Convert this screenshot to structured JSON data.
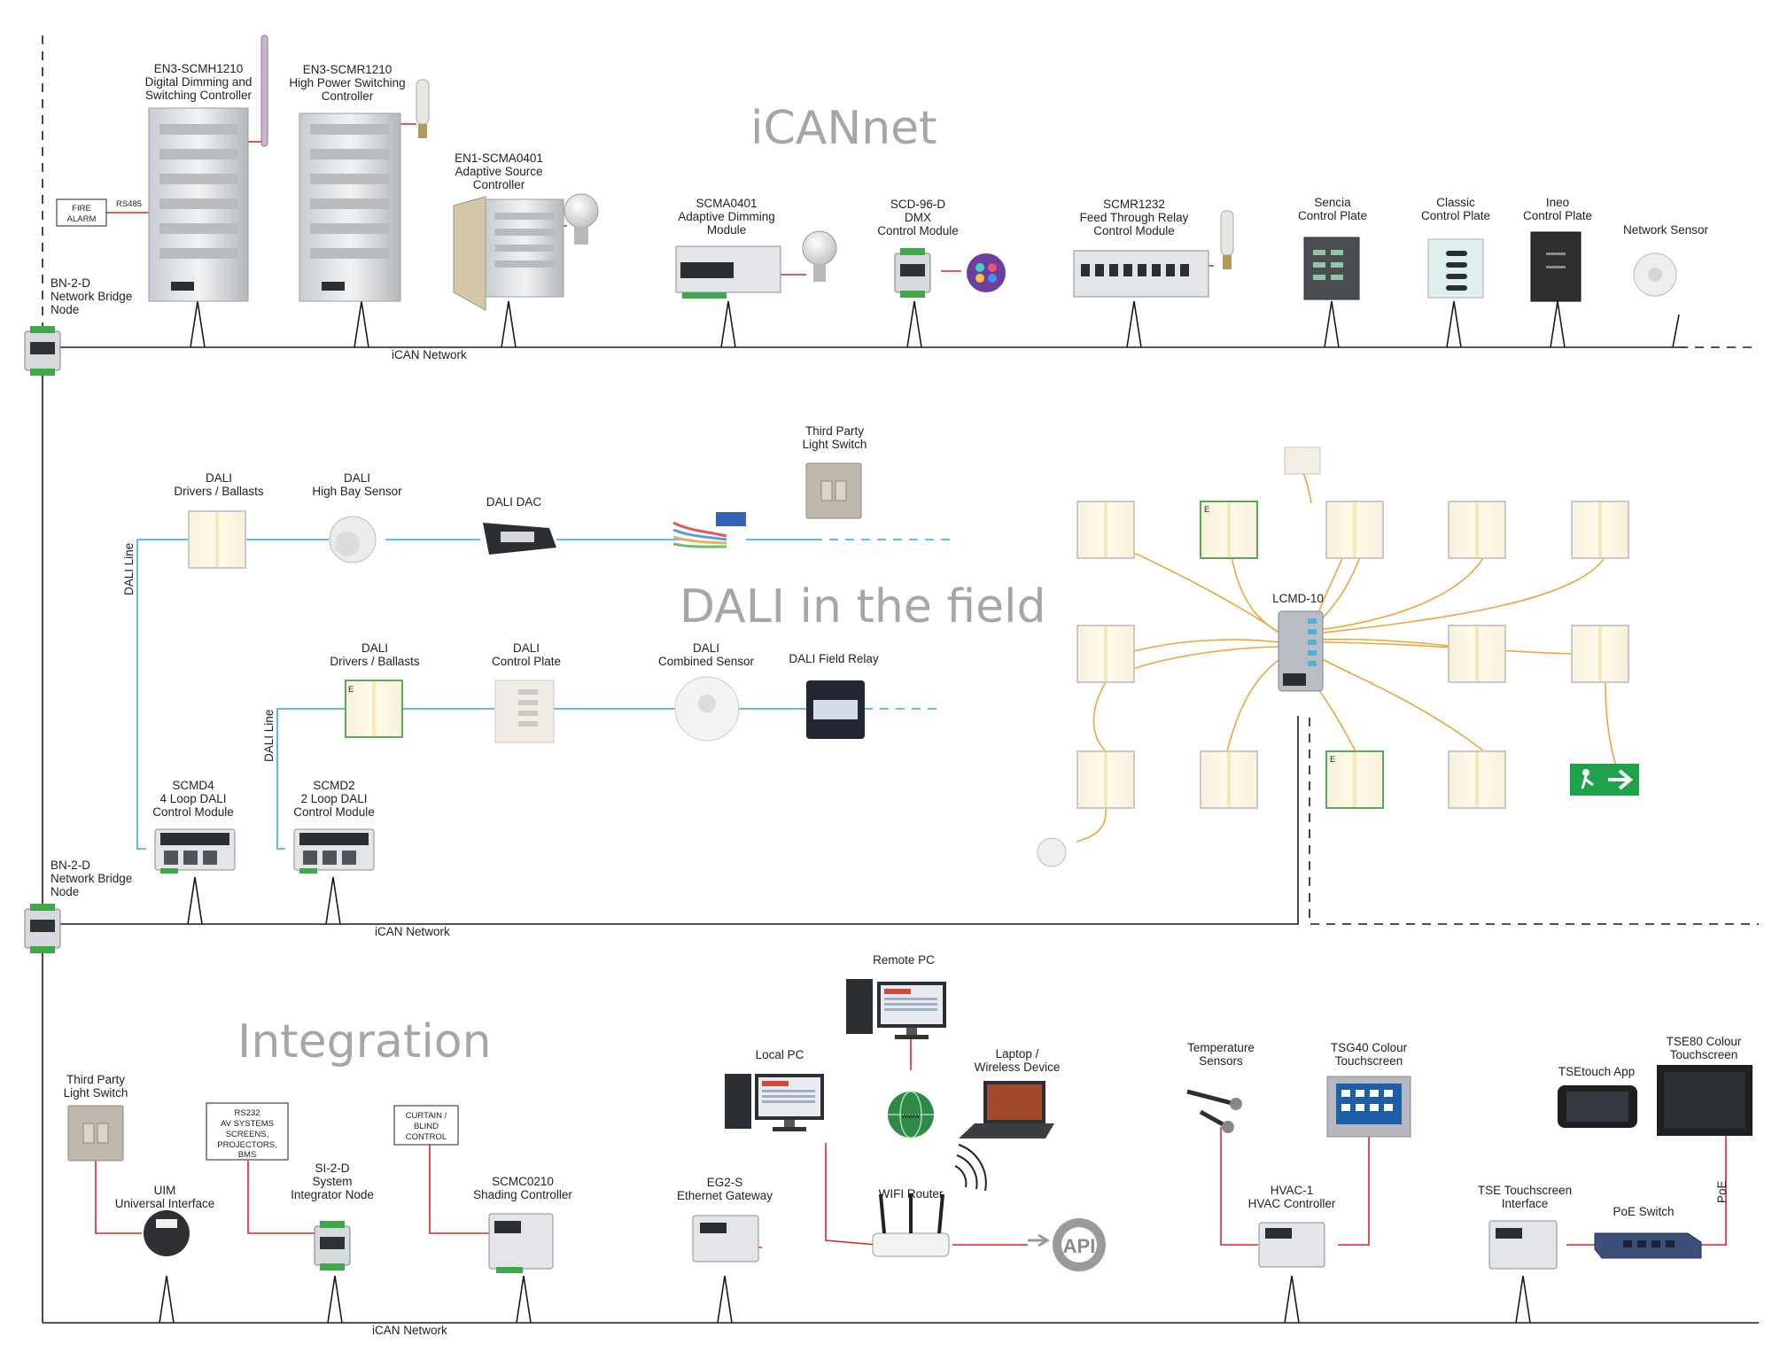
{
  "sections": {
    "icannet": "iCANnet",
    "dali": "DALI in the field",
    "integration": "Integration"
  },
  "network_labels": {
    "top": "iCAN Network",
    "middle": "iCAN Network",
    "bottom": "iCAN Network",
    "dali_line": "DALI Line",
    "poe": "PoE"
  },
  "bridges": {
    "top": [
      "BN-2-D",
      "Network Bridge",
      "Node"
    ],
    "middle": [
      "BN-2-D",
      "Network Bridge",
      "Node"
    ]
  },
  "boxes": {
    "fire_alarm": [
      "FIRE",
      "ALARM"
    ],
    "rs485": "RS485",
    "rs232": [
      "RS232",
      "AV SYSTEMS",
      "SCREENS,",
      "PROJECTORS,",
      "BMS"
    ],
    "curtain": [
      "CURTAIN /",
      "BLIND",
      "CONTROL"
    ],
    "api": "API",
    "www": "www"
  },
  "icannet_devices": [
    {
      "lines": [
        "EN3-SCMH1210",
        "Digital Dimming and",
        "Switching Controller"
      ]
    },
    {
      "lines": [
        "EN3-SCMR1210",
        "High Power Switching",
        "Controller"
      ]
    },
    {
      "lines": [
        "EN1-SCMA0401",
        "Adaptive Source",
        "Controller"
      ]
    },
    {
      "lines": [
        "SCMA0401",
        "Adaptive Dimming",
        "Module"
      ]
    },
    {
      "lines": [
        "SCD-96-D",
        "DMX",
        "Control Module"
      ]
    },
    {
      "lines": [
        "SCMR1232",
        "Feed Through Relay",
        "Control Module"
      ]
    },
    {
      "lines": [
        "Sencia",
        "Control Plate"
      ]
    },
    {
      "lines": [
        "Classic",
        "Control Plate"
      ]
    },
    {
      "lines": [
        "Ineo",
        "Control Plate"
      ]
    },
    {
      "lines": [
        "Network Sensor"
      ]
    }
  ],
  "dali_devices": [
    {
      "lines": [
        "DALI",
        "Drivers / Ballasts"
      ]
    },
    {
      "lines": [
        "DALI",
        "High Bay Sensor"
      ]
    },
    {
      "lines": [
        "DALI DAC"
      ]
    },
    {
      "lines": [
        "Third Party",
        "Light Switch"
      ]
    },
    {
      "lines": [
        "DALI",
        "Drivers / Ballasts"
      ]
    },
    {
      "lines": [
        "DALI",
        "Control Plate"
      ]
    },
    {
      "lines": [
        "DALI",
        "Combined Sensor"
      ]
    },
    {
      "lines": [
        "DALI Field Relay"
      ]
    },
    {
      "lines": [
        "SCMD4",
        "4 Loop DALI",
        "Control Module"
      ]
    },
    {
      "lines": [
        "SCMD2",
        "2 Loop DALI",
        "Control Module"
      ]
    },
    {
      "lines": [
        "LCMD-10"
      ]
    }
  ],
  "integration_devices": [
    {
      "lines": [
        "Third Party",
        "Light Switch"
      ]
    },
    {
      "lines": [
        "UIM",
        "Universal Interface"
      ]
    },
    {
      "lines": [
        "SI-2-D",
        "System",
        "Integrator Node"
      ]
    },
    {
      "lines": [
        "SCMC0210",
        "Shading Controller"
      ]
    },
    {
      "lines": [
        "EG2-S",
        "Ethernet Gateway"
      ]
    },
    {
      "lines": [
        "Remote PC"
      ]
    },
    {
      "lines": [
        "Local PC"
      ]
    },
    {
      "lines": [
        "Laptop /",
        "Wireless Device"
      ]
    },
    {
      "lines": [
        "WIFI Router"
      ]
    },
    {
      "lines": [
        "Temperature",
        "Sensors"
      ]
    },
    {
      "lines": [
        "TSG40 Colour",
        "Touchscreen"
      ]
    },
    {
      "lines": [
        "HVAC-1",
        "HVAC Controller"
      ]
    },
    {
      "lines": [
        "TSEtouch App"
      ]
    },
    {
      "lines": [
        "TSE80 Colour",
        "Touchscreen"
      ]
    },
    {
      "lines": [
        "TSE Touchscreen",
        "Interface"
      ]
    },
    {
      "lines": [
        "PoE Switch"
      ]
    }
  ],
  "fixture_marks": {
    "emergency": "E"
  },
  "colors": {
    "network": "#1a1a1a",
    "dali_line": "#4fb3d9",
    "data_link": "#d9262c",
    "lcmd_wiring": "#f0a43a",
    "section_title": "#a6a6a6",
    "exit_sign": "#1fa34a"
  }
}
